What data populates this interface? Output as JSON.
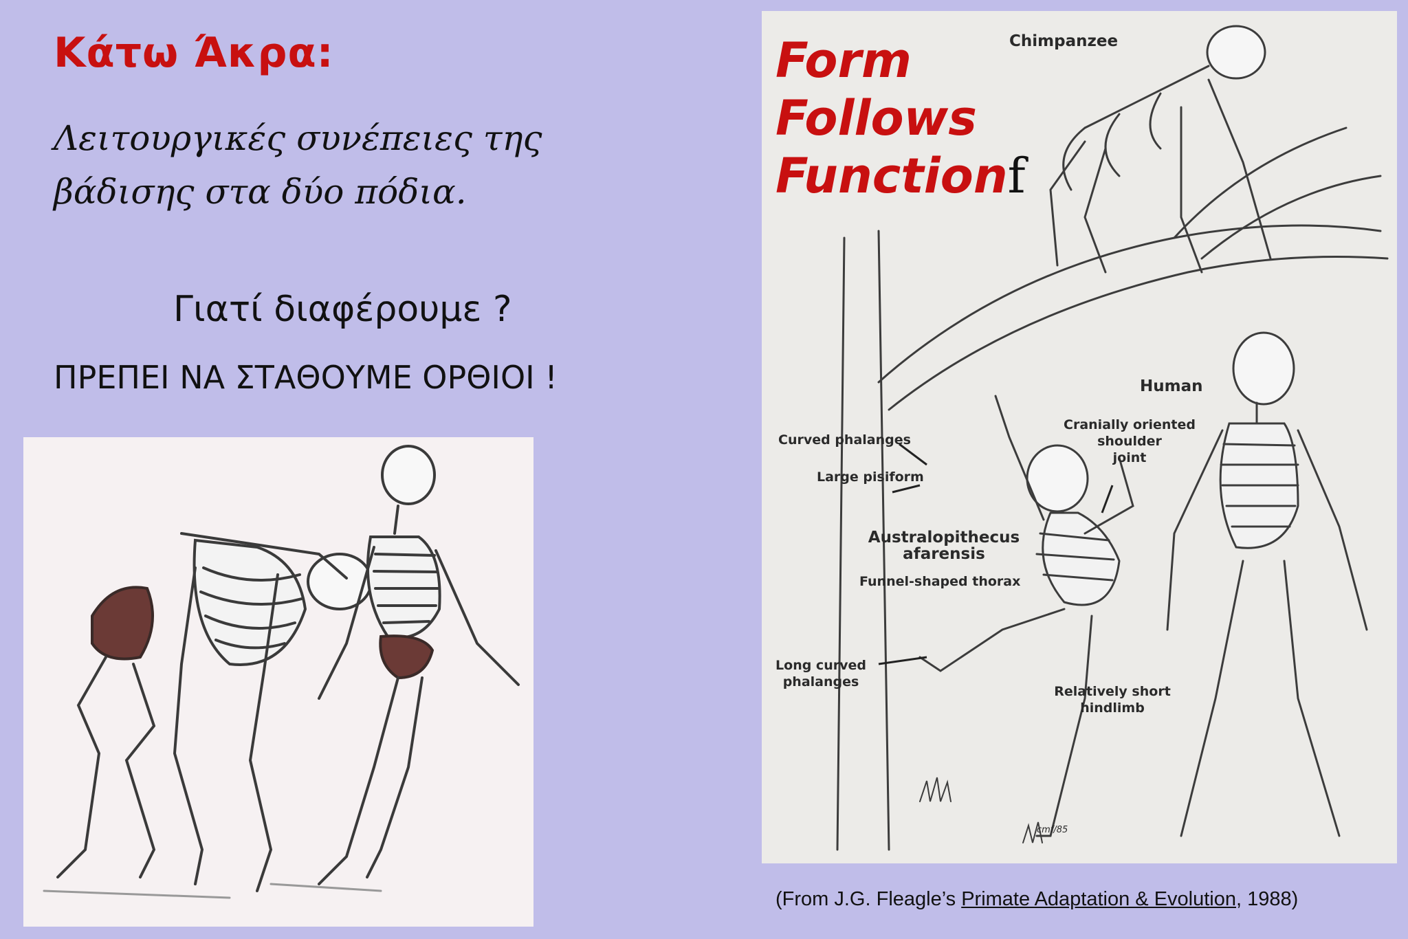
{
  "slide": {
    "title": "Κάτω Άκρα:",
    "subtitle_line1": "Λειτουργικές συνέπειες της",
    "subtitle_line2": "βάδισης στα δύο πόδια.",
    "question": "Γιατί διαφέρουμε ?",
    "exclamation": "ΠΡΕΠΕΙ ΝΑ ΣΤΑΘΟΥΜΕ ΟΡΘΙΟΙ !"
  },
  "figure": {
    "heading": [
      "Form",
      "Follows",
      "Function"
    ],
    "heading_stray": "f",
    "labels": {
      "chimpanzee": "Chimpanzee",
      "human": "Human",
      "curved_phalanges": "Curved phalanges",
      "large_pisiform": "Large pisiform",
      "cranially_oriented": "Cranially oriented",
      "shoulder": "shoulder",
      "joint": "joint",
      "australopithecus": "Australopithecus",
      "afarensis": "afarensis",
      "funnel_thorax": "Funnel-shaped thorax",
      "long_curved": "Long curved",
      "phalanges": "phalanges",
      "relatively_short": "Relatively short",
      "hindlimb": "hindlimb",
      "signature": "cmf/85"
    }
  },
  "citation": {
    "prefix": "(From J.G. Fleagle’s ",
    "book": "Primate Adaptation & Evolution",
    "suffix": ", 1988)"
  },
  "colors": {
    "background": "#c0bde9",
    "accent_red": "#c81010",
    "muscle": "#6b3a36"
  }
}
